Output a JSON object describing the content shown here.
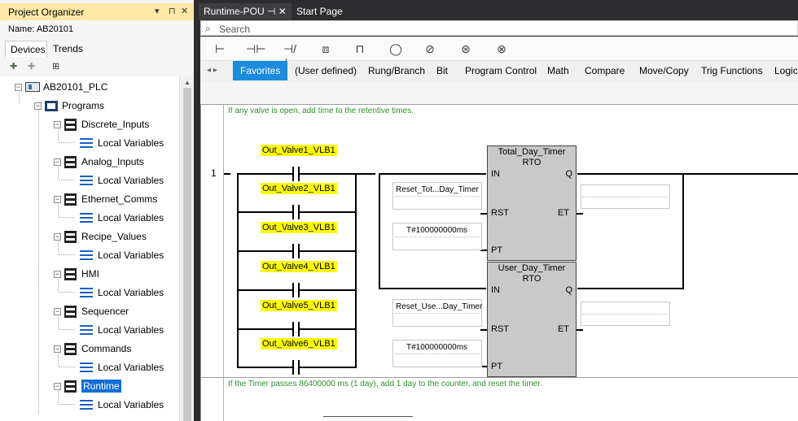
{
  "organizer": {
    "title": "Project Organizer",
    "pin_glyphs": "▾ ⊓ ✕",
    "name_label": "Name:  AB20101",
    "tabs": {
      "devices": "Devices",
      "trends": "Trends"
    },
    "tree": {
      "plc": "AB20101_PLC",
      "programs": "Programs",
      "items": [
        {
          "name": "Discrete_Inputs",
          "child": "Local Variables"
        },
        {
          "name": "Analog_Inputs",
          "child": "Local Variables"
        },
        {
          "name": "Ethernet_Comms",
          "child": "Local Variables"
        },
        {
          "name": "Recipe_Values",
          "child": "Local Variables"
        },
        {
          "name": "HMI",
          "child": "Local Variables"
        },
        {
          "name": "Sequencer",
          "child": "Local Variables"
        },
        {
          "name": "Commands",
          "child": "Local Variables"
        },
        {
          "name": "Runtime",
          "child": "Local Variables"
        }
      ]
    }
  },
  "editor": {
    "tabs": {
      "runtime": "Runtime-POU  ⊣  ✕",
      "start": "Start Page"
    },
    "search": {
      "label": "Search"
    },
    "instruction_glyphs": [
      "⊢",
      "⊣⊢",
      "⊣/⊢",
      "⧈",
      "⊓",
      "◯",
      "⊘",
      "⊛",
      "⊗"
    ],
    "categories": [
      "Favorites",
      "(User defined)",
      "Rung/Branch",
      "Bit",
      "Program Control",
      "Math",
      "Compare",
      "Move/Copy",
      "Trig Functions",
      "Logic"
    ],
    "active_category": "Favorites",
    "rung1": {
      "number": "1",
      "comment": "If any valve is open, add time to the retentive times.",
      "contacts": [
        "Out_Valve1_VLB1",
        "Out_Valve2_VLB1",
        "Out_Valve3_VLB1",
        "Out_Valve4_VLB1",
        "Out_Valve5_VLB1",
        "Out_Valve6_VLB1"
      ],
      "blocks": [
        {
          "name": "Total_Day_Timer",
          "type": "RTO",
          "pins_in": [
            "IN",
            "RST",
            "PT"
          ],
          "pins_out": [
            "Q",
            "ET"
          ],
          "rst": "Reset_Tot...Day_Timer",
          "pt": "T#100000000ms"
        },
        {
          "name": "User_Day_Timer",
          "type": "RTO",
          "pins_in": [
            "IN",
            "RST",
            "PT"
          ],
          "pins_out": [
            "Q",
            "ET"
          ],
          "rst": "Reset_Use...Day_Timer",
          "pt": "T#100000000ms"
        }
      ]
    },
    "rung2": {
      "comment": "If the Timer passes 86400000 ms (1 day), add 1 day to the counter, and reset the timer."
    }
  },
  "colors": {
    "highlight": "#fbfb00",
    "comment": "#2f8f2f",
    "active_tab": "#1c8bdc",
    "selection": "#0f6fd6"
  }
}
